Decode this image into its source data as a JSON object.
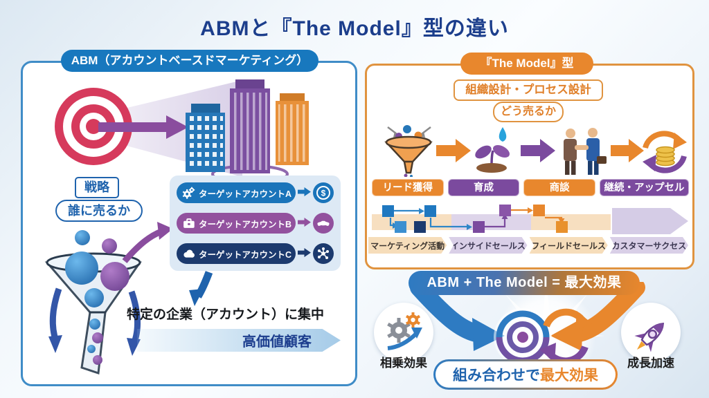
{
  "title": "ABMと『The Model』型の違い",
  "abm_panel": {
    "header": "ABM（アカウントベースドマーケティング）",
    "strategy_label": "戦略",
    "question": "誰に売るか",
    "accounts": [
      {
        "label": "ターゲットアカウントA",
        "icon": "gears-icon",
        "result_icon": "dollar-icon",
        "color": "#1a74ba"
      },
      {
        "label": "ターゲットアカウントB",
        "icon": "briefcase-icon",
        "result_icon": "handshake-icon",
        "color": "#92519e"
      },
      {
        "label": "ターゲットアカウントC",
        "icon": "cloud-icon",
        "result_icon": "network-icon",
        "color": "#1c3a6e"
      }
    ],
    "focus_text": "特定の企業（アカウント）に集中",
    "value_band": "高価値顧客"
  },
  "model_panel": {
    "header": "『The Model』型",
    "design_label": "組織設計・プロセス設計",
    "question": "どう売るか",
    "stages": [
      {
        "label": "リード獲得",
        "icon": "funnel-icon",
        "color": "#e8872d"
      },
      {
        "label": "育成",
        "icon": "sprout-icon",
        "color": "#7b4a9e"
      },
      {
        "label": "商談",
        "icon": "negotiation-icon",
        "color": "#e8872d"
      },
      {
        "label": "継続・アップセル",
        "icon": "coins-cycle-icon",
        "color": "#7b4a9e"
      }
    ],
    "departments": [
      {
        "label": "マーケティング活動",
        "color": "#f6ddba"
      },
      {
        "label": "インサイドセールス",
        "color": "#d9cfe7"
      },
      {
        "label": "フィールドセールス",
        "color": "#f6ddba"
      },
      {
        "label": "カスタマーサクセス",
        "color": "#d9cfe7"
      }
    ]
  },
  "synergy_section": {
    "formula": "ABM + The Model = 最大効果",
    "left_label": "相乗効果",
    "right_label": "成長加速",
    "combo_prefix": "組み合わせで",
    "combo_highlight": "最大効果"
  },
  "colors": {
    "title_blue": "#1c3e8c",
    "abm_blue": "#1878be",
    "model_orange": "#e8872d",
    "purple": "#7b4a9e",
    "navy": "#1c3a6e",
    "target_red": "#d63a5c",
    "accounts_bg": "#dde9f5",
    "band_light_orange": "#f6ddba",
    "band_light_purple": "#d9cfe7",
    "text_blue": "#1f63ad"
  }
}
